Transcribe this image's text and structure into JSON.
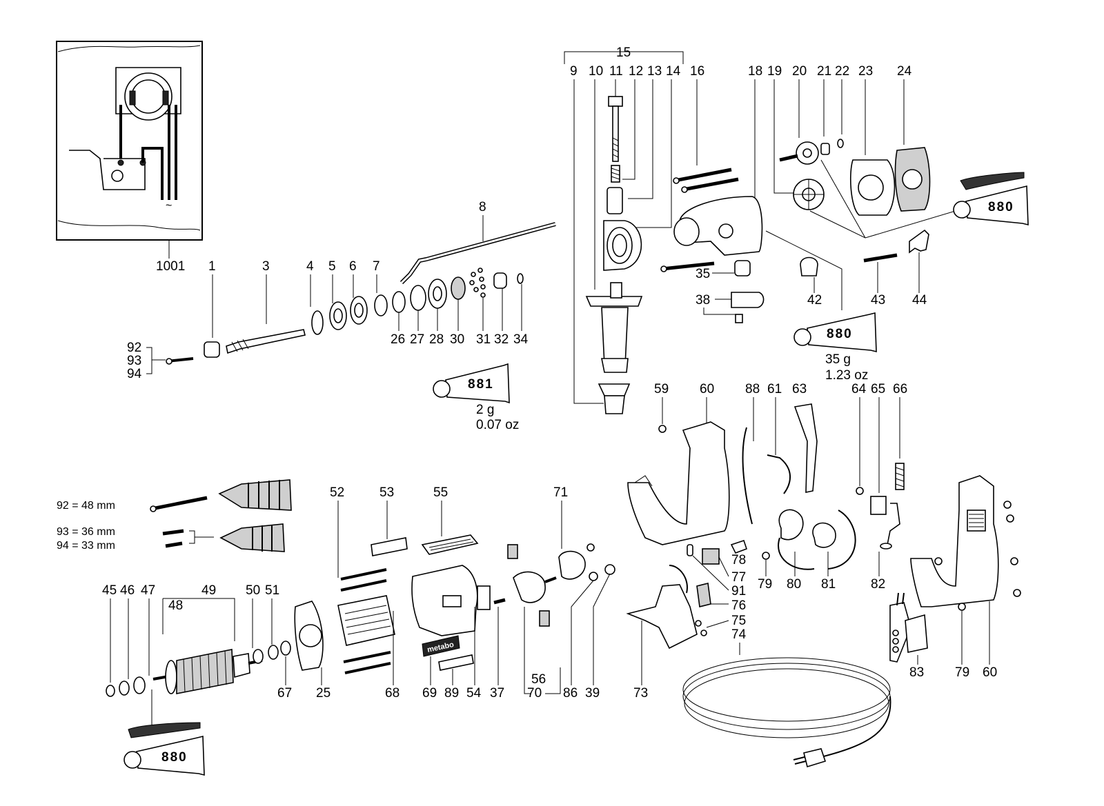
{
  "inset": {
    "label": "1001",
    "symbol": "~"
  },
  "labels": {
    "p1": "1",
    "p3": "3",
    "p4": "4",
    "p5": "5",
    "p6": "6",
    "p7": "7",
    "p8": "8",
    "p9": "9",
    "p10": "10",
    "p11": "11",
    "p12": "12",
    "p13": "13",
    "p14": "14",
    "p15": "15",
    "p16": "16",
    "p18": "18",
    "p19": "19",
    "p20": "20",
    "p21": "21",
    "p22": "22",
    "p23": "23",
    "p24": "24",
    "p25": "25",
    "p26": "26",
    "p27": "27",
    "p28": "28",
    "p30": "30",
    "p31": "31",
    "p32": "32",
    "p34": "34",
    "p35": "35",
    "p37": "37",
    "p38": "38",
    "p39": "39",
    "p42": "42",
    "p43": "43",
    "p44": "44",
    "p45": "45",
    "p46": "46",
    "p47": "47",
    "p48": "48",
    "p49": "49",
    "p50": "50",
    "p51": "51",
    "p52": "52",
    "p53": "53",
    "p54": "54",
    "p55": "55",
    "p56": "56",
    "p59": "59",
    "p60a": "60",
    "p60b": "60",
    "p61": "61",
    "p63": "63",
    "p64": "64",
    "p65": "65",
    "p66": "66",
    "p67": "67",
    "p68": "68",
    "p69": "69",
    "p70": "70",
    "p71": "71",
    "p73": "73",
    "p74": "74",
    "p75": "75",
    "p76": "76",
    "p77": "77",
    "p78": "78",
    "p79a": "79",
    "p79b": "79",
    "p80": "80",
    "p81": "81",
    "p82": "82",
    "p83": "83",
    "p86": "86",
    "p88": "88",
    "p89": "89",
    "p91": "91",
    "p92": "92",
    "p93": "93",
    "p94": "94"
  },
  "grease": {
    "tube_881": {
      "code": "881",
      "amount_g": "2 g",
      "amount_oz": "0.07 oz"
    },
    "tube_880_mid": {
      "code": "880",
      "amount_g": "35 g",
      "amount_oz": "1.23 oz"
    },
    "tube_880_top": {
      "code": "880"
    },
    "tube_880_bottom": {
      "code": "880"
    }
  },
  "screw_lengths": {
    "s92": "92 = 48 mm",
    "s93": "93 = 36 mm",
    "s94": "94 = 33 mm"
  },
  "badge_text": "metabo"
}
